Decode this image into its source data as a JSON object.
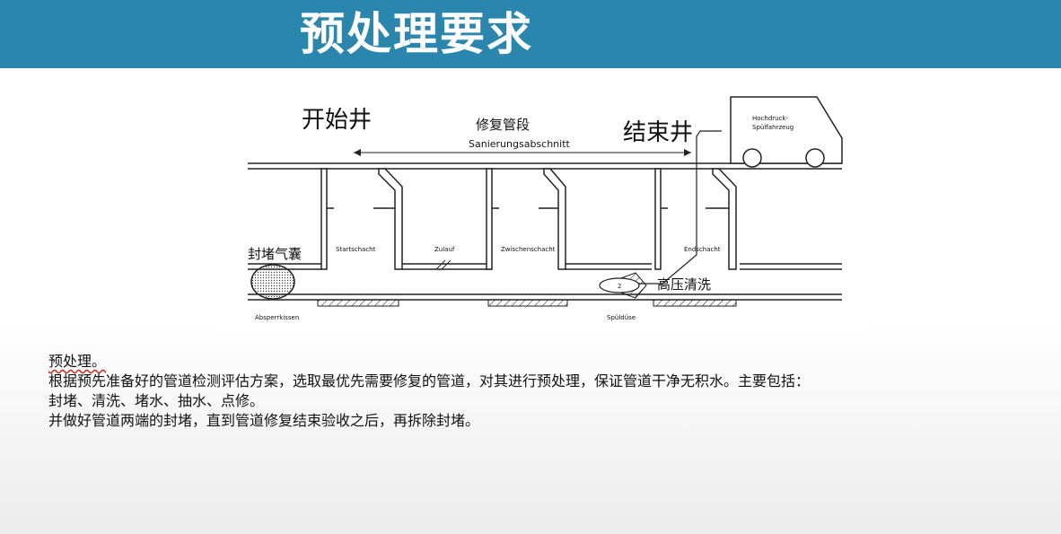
{
  "header": {
    "title": "预处理要求",
    "bg_color": "#2b86ad"
  },
  "diagram": {
    "label_start_well": "开始井",
    "label_end_well": "结束井",
    "label_section_cn": "修复管段",
    "label_section_de": "Sanierungsabschnitt",
    "label_truck": "Hochdruck-\nSpülfahrzeug",
    "label_truck_line1": "Hochdruck-",
    "label_truck_line2": "Spülfahrzeug",
    "label_plug_cn": "封堵气囊",
    "label_plug_de": "Absperrkissen",
    "label_start_shaft": "Startschacht",
    "label_inlet": "Zulauf",
    "label_mid_shaft": "Zwischenschacht",
    "label_end_shaft": "Endschacht",
    "label_hp_clean": "高压清洗",
    "label_nozzle": "Spüldüse"
  },
  "body": {
    "line1": "预处理。",
    "line2": "根据预先准备好的管道检测评估方案，选取最优先需要修复的管道，对其进行预处理，保证管道干净无积水。主要包括：",
    "line3": "封堵、清洗、堵水、抽水、点修。",
    "line4": "并做好管道两端的封堵，直到管道修复结束验收之后，再拆除封堵。"
  }
}
